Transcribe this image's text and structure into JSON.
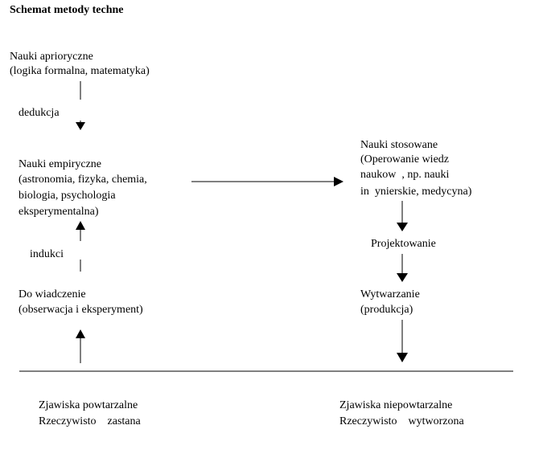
{
  "title": "Schemat metody techne",
  "nodes": {
    "aprioryczne": [
      "Nauki aprioryczne",
      "(logika formalna, matematyka)"
    ],
    "empiryczne": [
      "Nauki empiryczne",
      "(astronomia, fizyka, chemia,",
      "biologia, psychologia",
      "eksperymentalna)"
    ],
    "doswiadczenie": [
      "Do wiadczenie",
      "(obserwacja i eksperyment)"
    ],
    "stosowane": [
      "Nauki stosowane",
      "(Operowanie wiedz",
      "naukow  , np. nauki",
      "in  ynierskie, medycyna)"
    ],
    "wytwarzanie": [
      "Wytwarzanie",
      "(produkcja)"
    ]
  },
  "edge_labels": {
    "dedukcja": "dedukcja",
    "indukcja": "indukci",
    "projektowanie": "Projektowanie"
  },
  "bottom": {
    "left": [
      "Zjawiska powtarzalne",
      "Rzeczywisto    zastana"
    ],
    "right": [
      "Zjawiska niepowtarzalne",
      "Rzeczywisto    wytworzona"
    ]
  },
  "colors": {
    "ink": "#000000",
    "background": "#ffffff"
  }
}
